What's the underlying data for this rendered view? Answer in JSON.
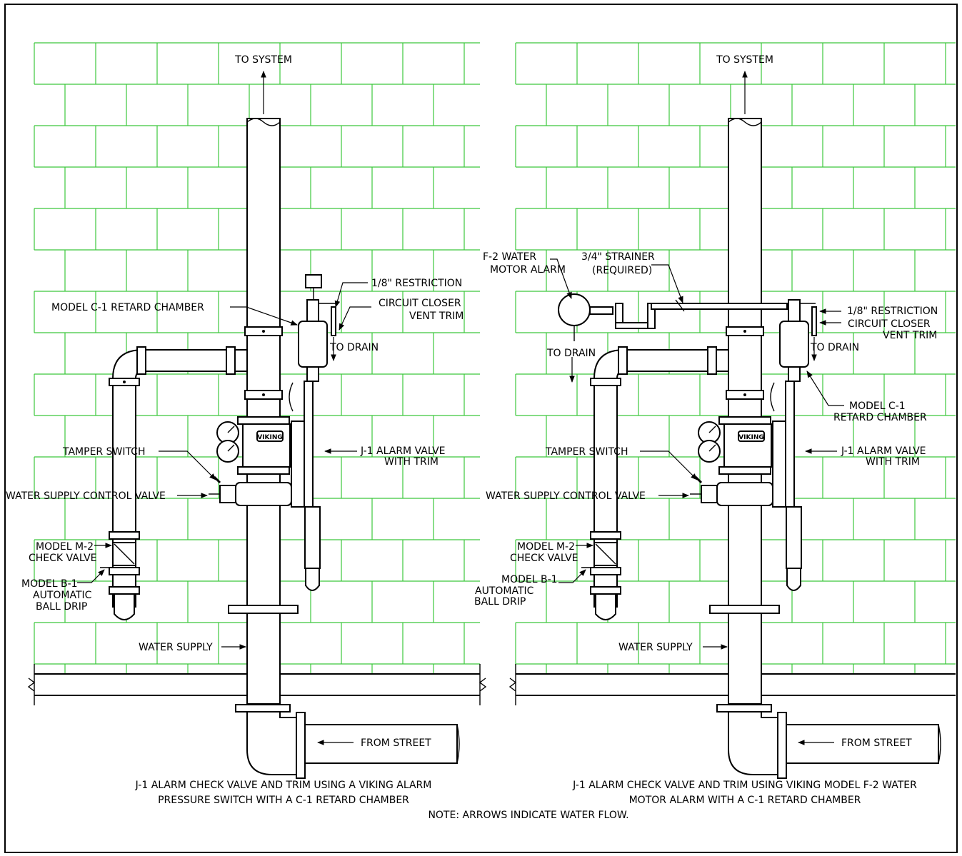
{
  "left_panel": {
    "to_system": "TO SYSTEM",
    "restriction": "1/8\" RESTRICTION",
    "retard_chamber": "MODEL C-1 RETARD CHAMBER",
    "circuit_closer_1": "CIRCUIT CLOSER",
    "circuit_closer_2": "VENT TRIM",
    "to_drain": "TO DRAIN",
    "tamper_switch": "TAMPER SWITCH",
    "alarm_valve_1": "J-1 ALARM VALVE",
    "alarm_valve_2": "WITH TRIM",
    "control_valve": "WATER SUPPLY CONTROL VALVE",
    "check_valve_1": "MODEL M-2",
    "check_valve_2": "CHECK VALVE",
    "ball_drip_1": "MODEL B-1",
    "ball_drip_2": "AUTOMATIC",
    "ball_drip_3": "BALL DRIP",
    "water_supply": "WATER SUPPLY",
    "from_street": "FROM STREET",
    "caption_1": "J-1 ALARM CHECK VALVE AND TRIM USING A VIKING ALARM",
    "caption_2": "PRESSURE SWITCH WITH A C-1 RETARD CHAMBER"
  },
  "right_panel": {
    "to_system": "TO SYSTEM",
    "motor_alarm_1": "F-2 WATER",
    "motor_alarm_2": "MOTOR ALARM",
    "strainer_1": "3/4\" STRAINER",
    "strainer_2": "(REQUIRED)",
    "restriction": "1/8\" RESTRICTION",
    "circuit_closer_1": "CIRCUIT CLOSER",
    "circuit_closer_2": "VENT TRIM",
    "to_drain_left": "TO DRAIN",
    "to_drain_right": "TO DRAIN",
    "retard_chamber_1": "MODEL C-1",
    "retard_chamber_2": "RETARD CHAMBER",
    "tamper_switch": "TAMPER SWITCH",
    "alarm_valve_1": "J-1 ALARM VALVE",
    "alarm_valve_2": "WITH TRIM",
    "control_valve": "WATER SUPPLY CONTROL VALVE",
    "check_valve_1": "MODEL M-2",
    "check_valve_2": "CHECK VALVE",
    "ball_drip_1": "MODEL B-1",
    "ball_drip_2": "AUTOMATIC",
    "ball_drip_3": "BALL DRIP",
    "water_supply": "WATER SUPPLY",
    "from_street": "FROM STREET",
    "caption_1": "J-1 ALARM CHECK VALVE AND TRIM USING VIKING MODEL F-2 WATER",
    "caption_2": "MOTOR ALARM WITH A C-1 RETARD CHAMBER"
  },
  "note": "NOTE: ARROWS INDICATE WATER FLOW.",
  "valve_brand": "VIKING",
  "colors": {
    "brick": "#3cc83c",
    "line": "#000000",
    "background": "#ffffff"
  }
}
